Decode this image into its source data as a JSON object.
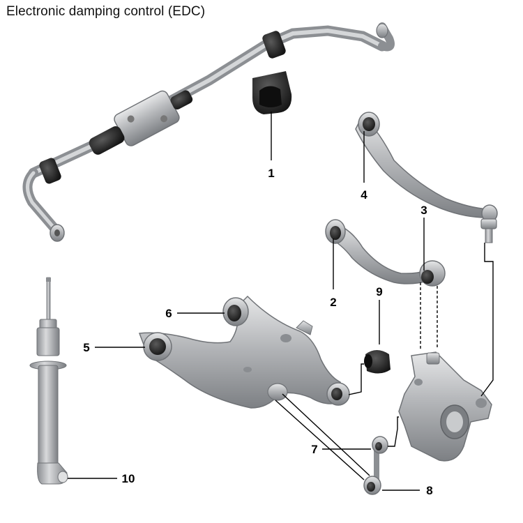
{
  "title": "Electronic damping control (EDC)",
  "parts": [
    {
      "number": "1",
      "name": "stabilizer-bushing"
    },
    {
      "number": "2",
      "name": "upper-control-arm"
    },
    {
      "number": "3",
      "name": "upper-arm-ball-joint"
    },
    {
      "number": "4",
      "name": "camber-control-arm"
    },
    {
      "number": "5",
      "name": "lower-arm-front-bushing"
    },
    {
      "number": "6",
      "name": "lower-arm-rear-bushing"
    },
    {
      "number": "7",
      "name": "link-upper-bushing"
    },
    {
      "number": "8",
      "name": "link-lower-bushing"
    },
    {
      "number": "9",
      "name": "rubber-mount"
    },
    {
      "number": "10",
      "name": "shock-lower-eye"
    }
  ],
  "colors": {
    "metal": "#a9abae",
    "metal_dark": "#6f7276",
    "rubber": "#2b2b2b",
    "leader": "#000000"
  }
}
